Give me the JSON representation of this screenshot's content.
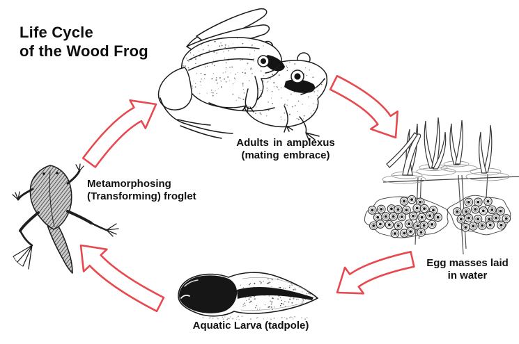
{
  "title": {
    "line1": "Life Cycle",
    "line2": "of the Wood Frog"
  },
  "stages": {
    "adults": {
      "line1": "Adults in amplexus",
      "line2": "(mating embrace)"
    },
    "eggs": {
      "line1": "Egg masses laid",
      "line2": "in water"
    },
    "larva": {
      "line1": "Aquatic Larva (tadpole)"
    },
    "froglet": {
      "line1": "Metamorphosing",
      "line2": "(Transforming) froglet"
    }
  },
  "cycle_arrows": [
    {
      "from": "froglet",
      "to": "adults"
    },
    {
      "from": "adults",
      "to": "eggs"
    },
    {
      "from": "eggs",
      "to": "larva"
    },
    {
      "from": "larva",
      "to": "froglet"
    }
  ],
  "colors": {
    "arrow": "#e8494f",
    "ink": "#1c1c1c",
    "background": "#ffffff"
  }
}
